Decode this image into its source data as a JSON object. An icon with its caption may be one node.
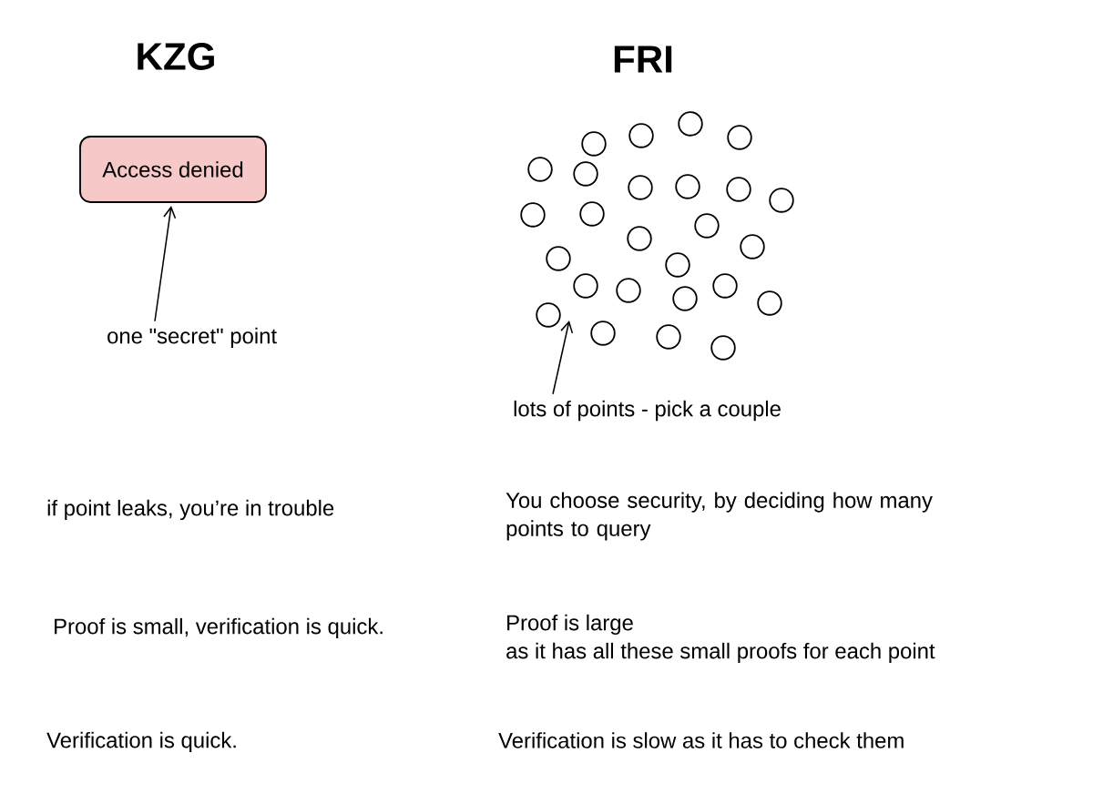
{
  "diagram": {
    "nodes": [
      {
        "text": [
          "Access denied"
        ]
      },
      {
        "text": [
          "one \"secret\" point"
        ]
      },
      {
        "text": [
          "lots of points - pick a couple"
        ]
      }
    ],
    "edges": [
      {
        "from": 1,
        "to": 0,
        "arrow": "to"
      },
      {
        "from": 2,
        "to": null,
        "arrow": "to"
      }
    ],
    "labels": [
      "KZG",
      "FRI",
      "if point leaks, you’re in trouble",
      "You choose security, by deciding how many points to query",
      "Proof is small, verification is quick.",
      "Proof is large",
      "as it has all these small proofs for each point",
      "Verification is quick.",
      "Verification is slow as it has to check them"
    ]
  }
}
